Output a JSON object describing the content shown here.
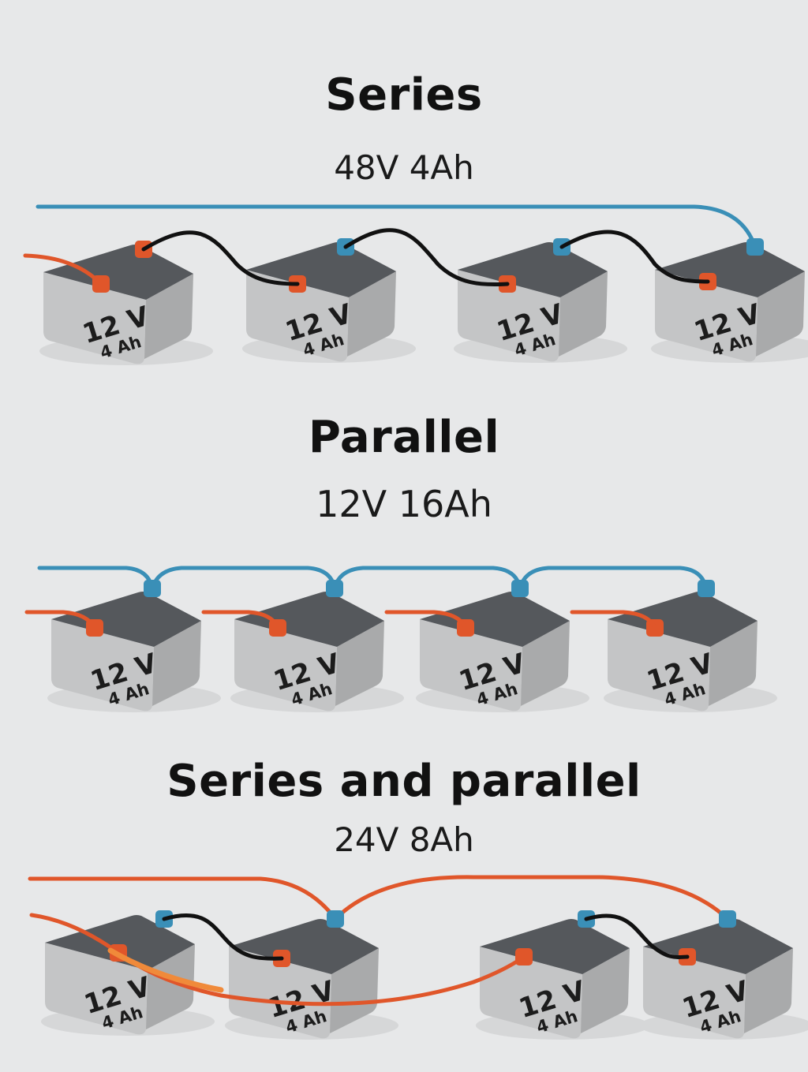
{
  "sections": {
    "series": {
      "title": "Series",
      "subtitle": "48V   4Ah"
    },
    "parallel": {
      "title": "Parallel",
      "subtitle": "12V 16Ah"
    },
    "series_parallel": {
      "title": "Series and parallel",
      "subtitle": "24V 8Ah"
    }
  },
  "battery": {
    "voltage_label": "12 V",
    "capacity_label": "4 Ah"
  },
  "colors": {
    "background": "#e7e8e9",
    "battery_top": "#55585c",
    "battery_front": "#c4c5c6",
    "battery_side": "#a9aaab",
    "positive_wire": "#e0562a",
    "negative_wire": "#3a8fb7",
    "link_wire": "#111111"
  }
}
